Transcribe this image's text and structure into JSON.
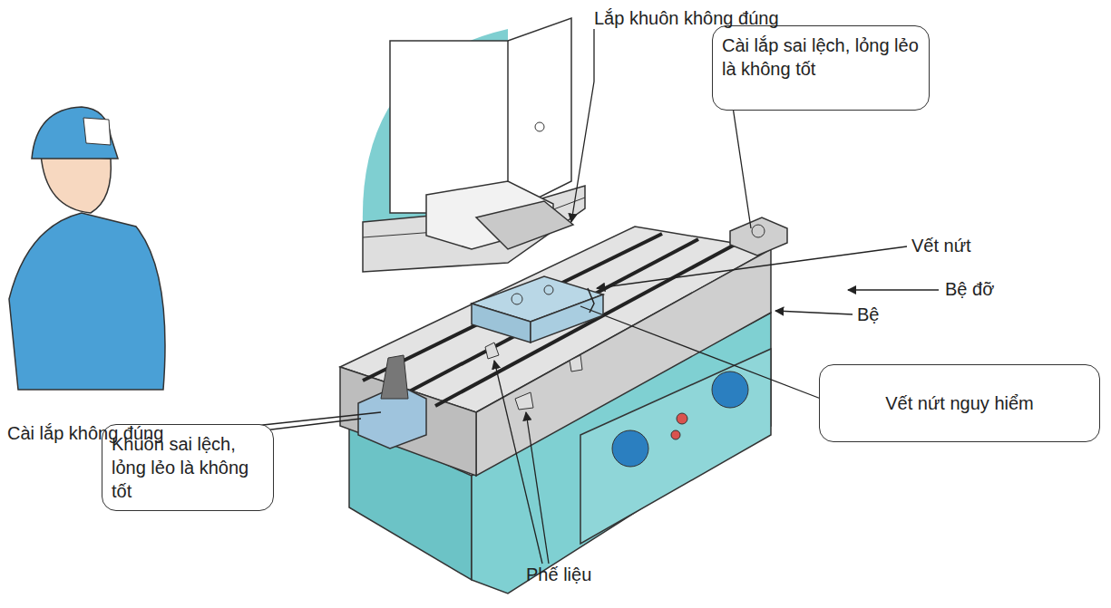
{
  "diagram": {
    "nodes": [
      {
        "text": [
          "Cài lắp sai lệch, lỏng lẻo là không tốt"
        ]
      },
      {
        "text": [
          "Vết nứt nguy hiểm"
        ]
      },
      {
        "text": [
          "Khuôn sai lệch, lỏng lẻo là không tốt"
        ]
      }
    ],
    "labels": [
      "Lắp khuôn không đúng",
      "Vết nứt",
      "Bệ đỡ",
      "Bệ",
      "Cài lắp không đúng",
      "Phế liệu"
    ]
  }
}
